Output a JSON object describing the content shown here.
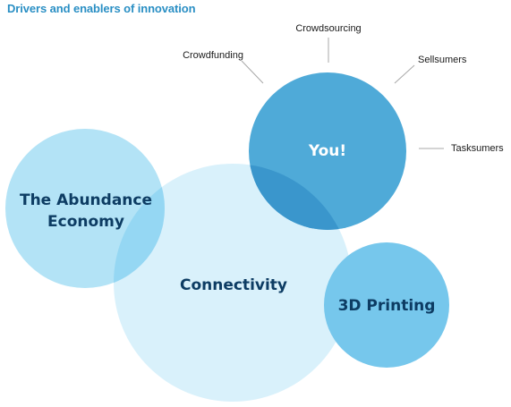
{
  "title": "Drivers and enablers of innovation",
  "colors": {
    "title": "#2a8fc4",
    "label_dark": "#0d3c63",
    "label_light": "#ffffff",
    "callout_text": "#1a1a1a",
    "callout_line": "#a8a8a8",
    "connectivity_fill": "#d9f1fb",
    "abundance_fill": "#b3e3f6",
    "overlap_fill": "#95d7f3",
    "you_fill": "#4faad8",
    "you_overlap_fill": "#3a96cc",
    "printing_fill": "#76c7ec"
  },
  "circles": {
    "connectivity": {
      "label": "Connectivity"
    },
    "abundance": {
      "label_line1": "The Abundance",
      "label_line2": "Economy"
    },
    "you": {
      "label": "You!"
    },
    "printing": {
      "label": "3D Printing"
    }
  },
  "callouts": {
    "crowdfunding": "Crowdfunding",
    "crowdsourcing": "Crowdsourcing",
    "sellsumers": "Sellsumers",
    "tasksumers": "Tasksumers"
  }
}
